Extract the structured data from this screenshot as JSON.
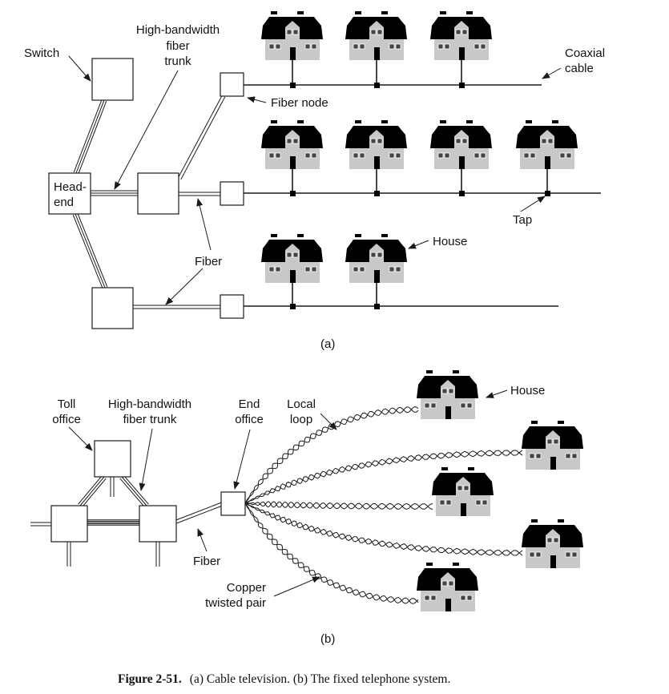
{
  "colors": {
    "ink": "#1a1a1a",
    "house_wall": "#c8c8c8",
    "roof": "#000000",
    "background": "#ffffff"
  },
  "panel_a": {
    "panel_label": "(a)",
    "labels": {
      "switch": "Switch",
      "trunk": [
        "High-bandwidth",
        "fiber",
        "trunk"
      ],
      "headend": [
        "Head-",
        "end"
      ],
      "fiber_node": "Fiber node",
      "coaxial": [
        "Coaxial",
        "cable"
      ],
      "tap": "Tap",
      "fiber": "Fiber",
      "house": "House"
    },
    "rows": [
      {
        "name": "row-1",
        "houses": 3
      },
      {
        "name": "row-2",
        "houses": 4
      },
      {
        "name": "row-3",
        "houses": 2
      }
    ]
  },
  "panel_b": {
    "panel_label": "(b)",
    "labels": {
      "toll_office": [
        "Toll",
        "office"
      ],
      "trunk": [
        "High-bandwidth",
        "fiber trunk"
      ],
      "end_office": [
        "End",
        "office"
      ],
      "local_loop": [
        "Local",
        "loop"
      ],
      "house": "House",
      "fiber": "Fiber",
      "copper": [
        "Copper",
        "twisted pair"
      ]
    },
    "houses": 5
  },
  "caption": {
    "figure": "Figure 2-51.",
    "text": "(a) Cable television. (b) The fixed telephone system."
  }
}
